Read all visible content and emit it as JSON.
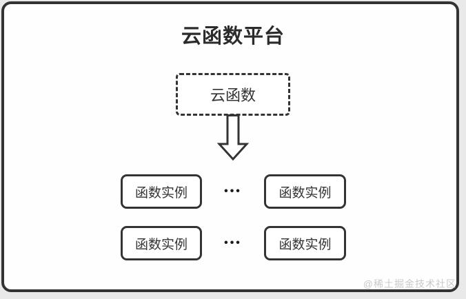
{
  "diagram": {
    "title": "云函数平台",
    "cloud_box": {
      "label": "云函数"
    },
    "rows": [
      {
        "left": "函数实例",
        "dots": "•••",
        "right": "函数实例"
      },
      {
        "left": "函数实例",
        "dots": "•••",
        "right": "函数实例"
      }
    ],
    "watermark": "@稀土掘金技术社区",
    "colors": {
      "ink": "#333333",
      "page_background": "#e9e9e9",
      "panel_background": "#fefefe",
      "title_text": "#2b2b2b",
      "watermark_text": "#c9c9c9"
    }
  }
}
